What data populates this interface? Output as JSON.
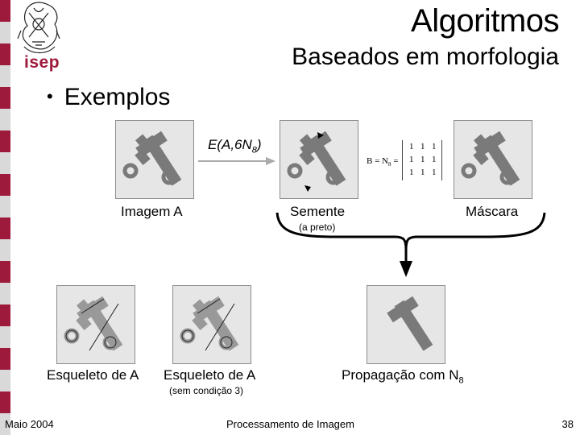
{
  "header": {
    "title": "Algoritmos",
    "subtitle": "Baseados em morfologia",
    "logo_text": "isep"
  },
  "bullet": {
    "text": "Exemplos"
  },
  "operation": {
    "main": "E(A,6N",
    "sub": "8",
    "close": ")"
  },
  "matrix": {
    "label": "B = N",
    "label_sub": "8",
    "label_eq": " =",
    "rows": [
      [
        "1",
        "1",
        "1"
      ],
      [
        "1",
        "1",
        "1"
      ],
      [
        "1",
        "1",
        "1"
      ]
    ]
  },
  "labels": {
    "imagem_a": "Imagem A",
    "semente": "Semente",
    "semente_note": "(a preto)",
    "mascara": "Máscara",
    "esqueleto_a": "Esqueleto de A",
    "esqueleto_a2": "Esqueleto de A",
    "esqueleto_a2_note": "(sem condição 3)",
    "propagacao": "Propagação com N",
    "propagacao_sub": "8"
  },
  "footer": {
    "date": "Maio 2004",
    "course": "Processamento de Imagem",
    "page": "38"
  },
  "colors": {
    "stripe": [
      "#9e1a3c",
      "#d9d9d9"
    ],
    "logo": "#9e1a3c",
    "shape": "#7a7a7a",
    "tile_bg": "#e6e6e6",
    "arrow": "#aaaaaa"
  }
}
